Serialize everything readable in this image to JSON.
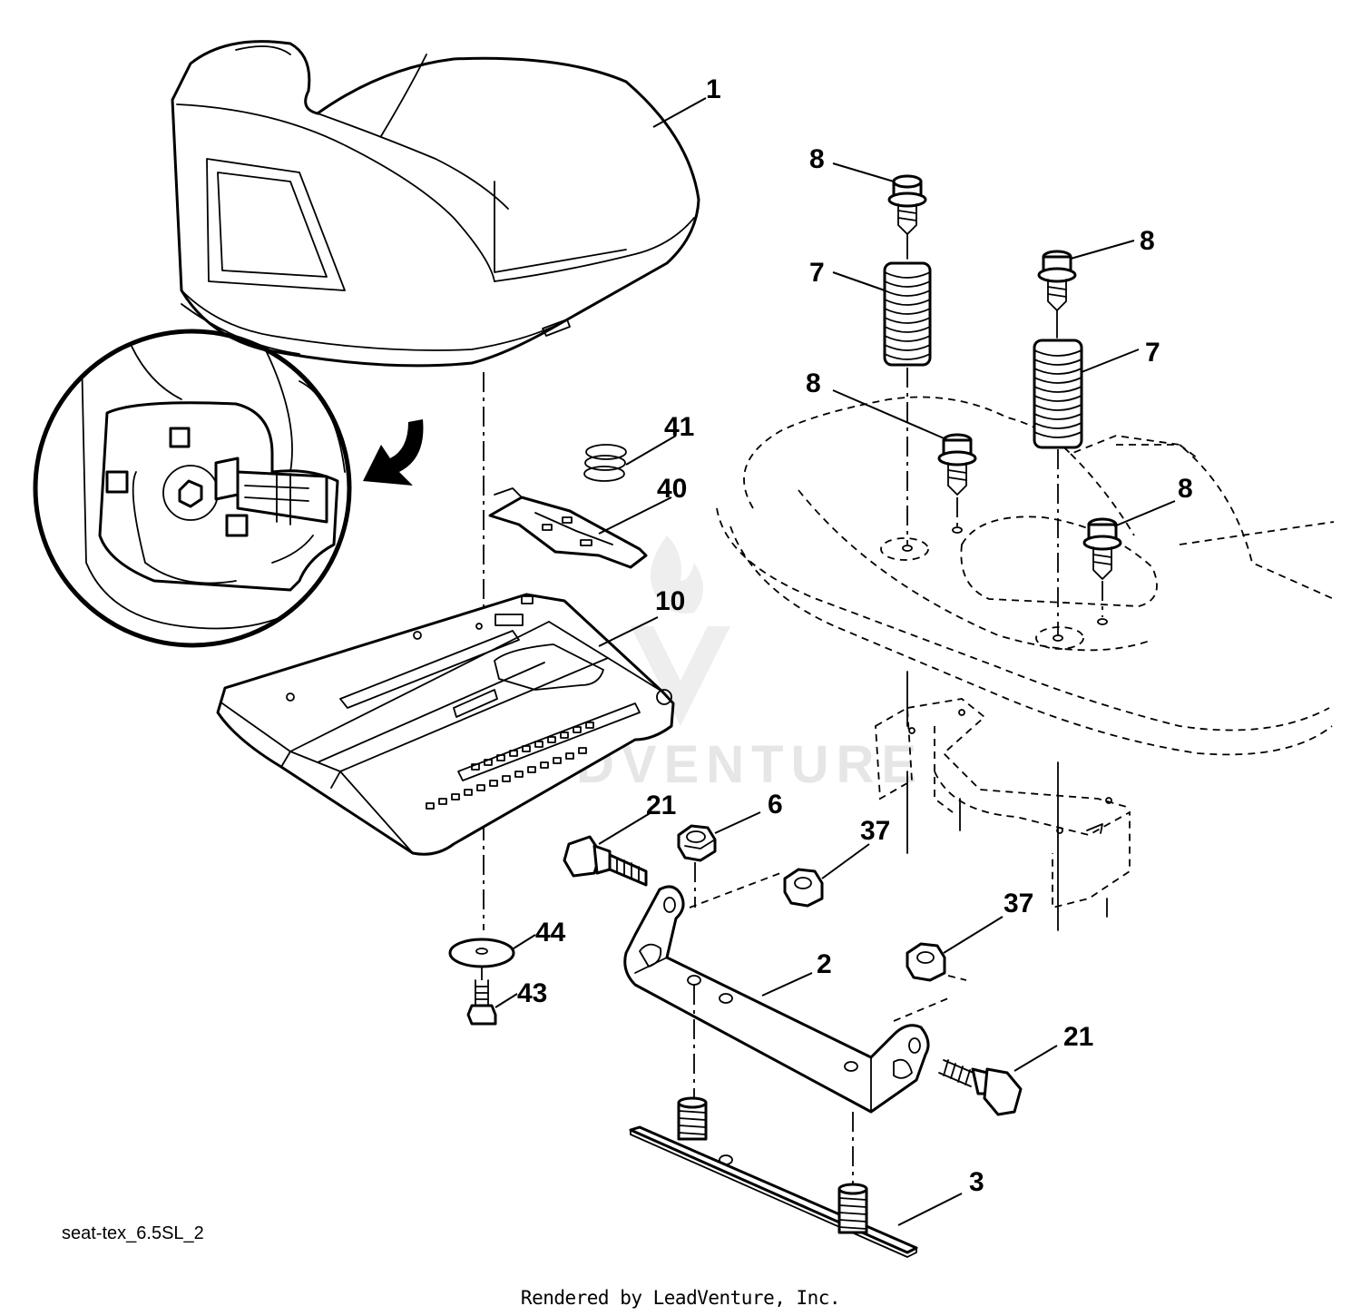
{
  "diagram": {
    "figure_code": "seat-tex_6.5SL_2",
    "credit": "Rendered by LeadVenture, Inc.",
    "watermark": "LEADVENTURE",
    "callouts": {
      "c1": "1",
      "c8a": "8",
      "c7a": "7",
      "c8b": "8",
      "c7b": "7",
      "c8c": "8",
      "c8d": "8",
      "c41": "41",
      "c40": "40",
      "c10": "10",
      "c21a": "21",
      "c6": "6",
      "c37a": "37",
      "c37b": "37",
      "c44": "44",
      "c43": "43",
      "c2": "2",
      "c21b": "21",
      "c3": "3"
    }
  }
}
